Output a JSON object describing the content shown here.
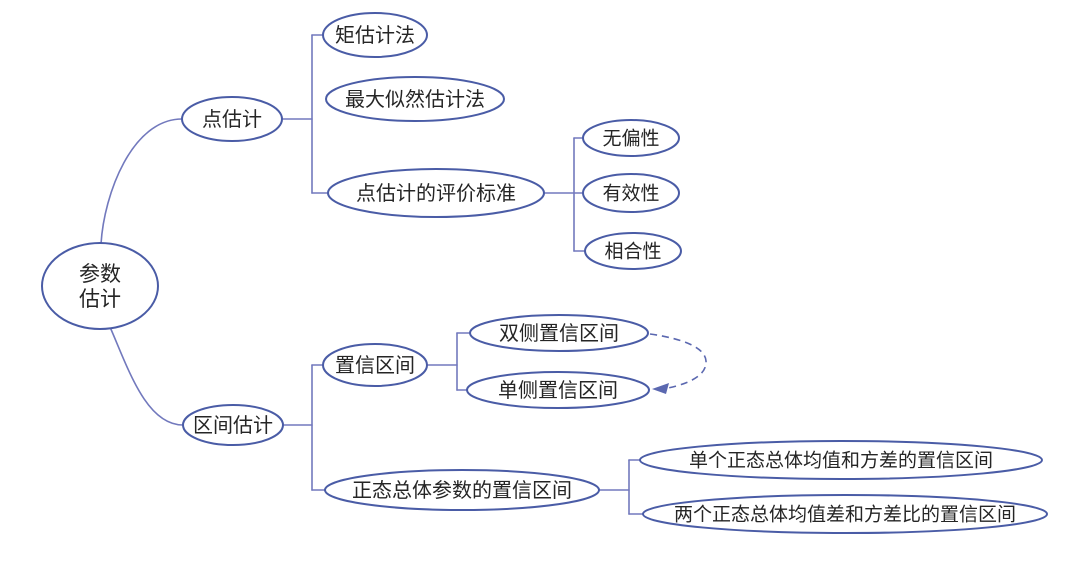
{
  "colors": {
    "node_border": "#4a5ca6",
    "connector": "#7279bd",
    "dashed_arrow": "#5b68b0",
    "text": "#252525",
    "background": "#ffffff"
  },
  "tree": {
    "label_lines": [
      "参数",
      "估计"
    ],
    "children": [
      {
        "label": "点估计",
        "children": [
          {
            "label": "矩估计法"
          },
          {
            "label": "最大似然估计法"
          },
          {
            "label": "点估计的评价标准",
            "children": [
              {
                "label": "无偏性"
              },
              {
                "label": "有效性"
              },
              {
                "label": "相合性"
              }
            ]
          }
        ]
      },
      {
        "label": "区间估计",
        "children": [
          {
            "label": "置信区间",
            "children": [
              {
                "label": "双侧置信区间"
              },
              {
                "label": "单侧置信区间"
              }
            ],
            "dashed_link": {
              "from": "双侧置信区间",
              "to": "单侧置信区间"
            }
          },
          {
            "label": "正态总体参数的置信区间",
            "children": [
              {
                "label": "单个正态总体均值和方差的置信区间"
              },
              {
                "label": "两个正态总体均值差和方差比的置信区间"
              }
            ]
          }
        ]
      }
    ]
  }
}
